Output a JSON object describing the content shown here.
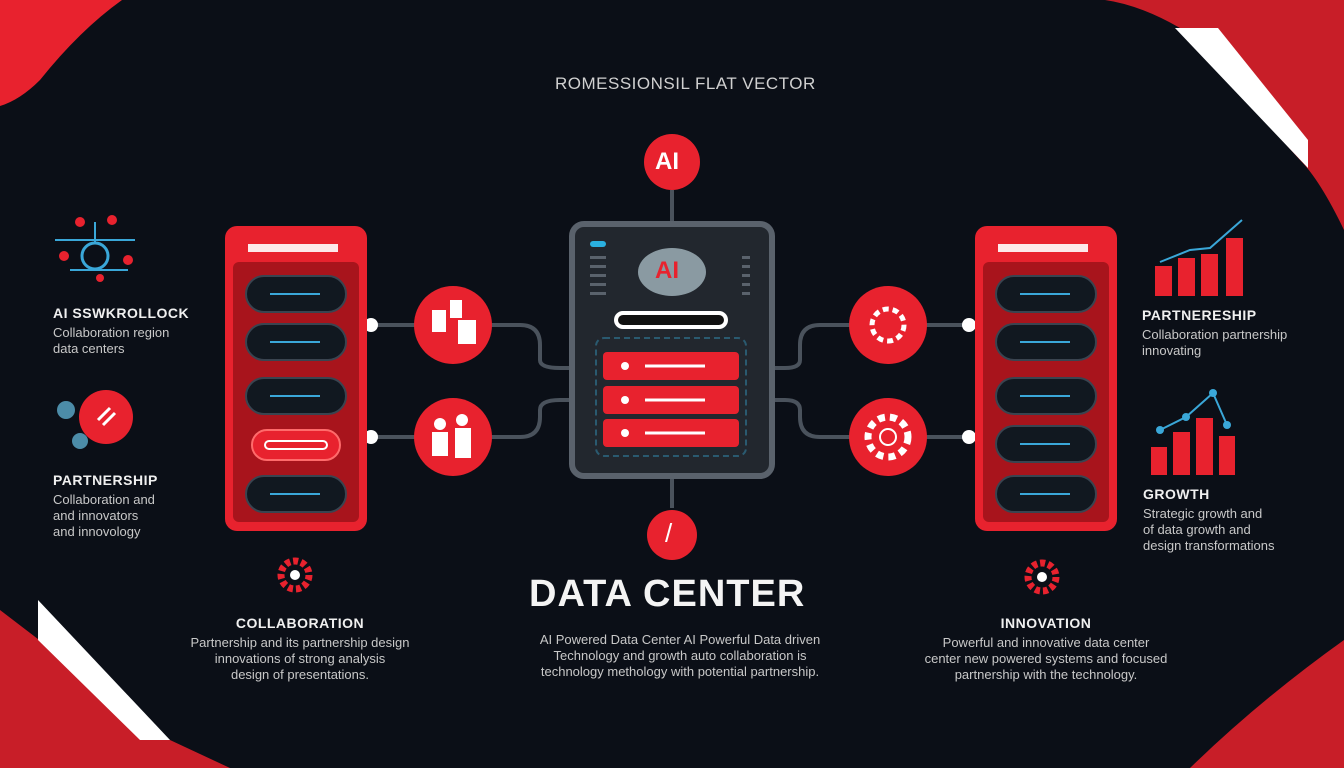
{
  "header": {
    "title": "ROMESSIONSIL FLAT VECTOR"
  },
  "center": {
    "top_badge": "AI",
    "screen_logo": "AI",
    "bottom_badge": "/",
    "title": "DATA CENTER",
    "description": [
      "AI Powered Data Center  AI Powerful Data driven",
      "Technology and growth auto collaboration is",
      "technology methology with potential partnership."
    ]
  },
  "left": [
    {
      "heading": "AI SSWKROLLOCK",
      "text": [
        "Collaboration region",
        "data centers"
      ],
      "icon": "network-icon"
    },
    {
      "heading": "PARTNERSHIP",
      "text": [
        "Collaboration and",
        "and innovators",
        "and innovology"
      ],
      "icon": "partnership-icon"
    }
  ],
  "right": [
    {
      "heading": "PARTNERESHIP",
      "text": [
        "Collaboration partnership",
        "innovating"
      ],
      "icon": "bar-chart-icon"
    },
    {
      "heading": "GROWTH",
      "text": [
        "Strategic growth and",
        "of data growth and",
        "design transformations"
      ],
      "icon": "growth-chart-icon"
    }
  ],
  "bottom_left": {
    "heading": "COLLABORATION",
    "text": [
      "Partnership and its partnership design",
      "innovations of strong analysis",
      "design of presentations."
    ],
    "icon": "gear-icon"
  },
  "bottom_right": {
    "heading": "INNOVATION",
    "text": [
      "Powerful and innovative data center",
      "center new powered systems and focused",
      "partnership with the technology."
    ],
    "icon": "gear-icon"
  },
  "colors": {
    "background": "#0b0f17",
    "accent": "#e8222e",
    "panel": "#2b3038"
  }
}
